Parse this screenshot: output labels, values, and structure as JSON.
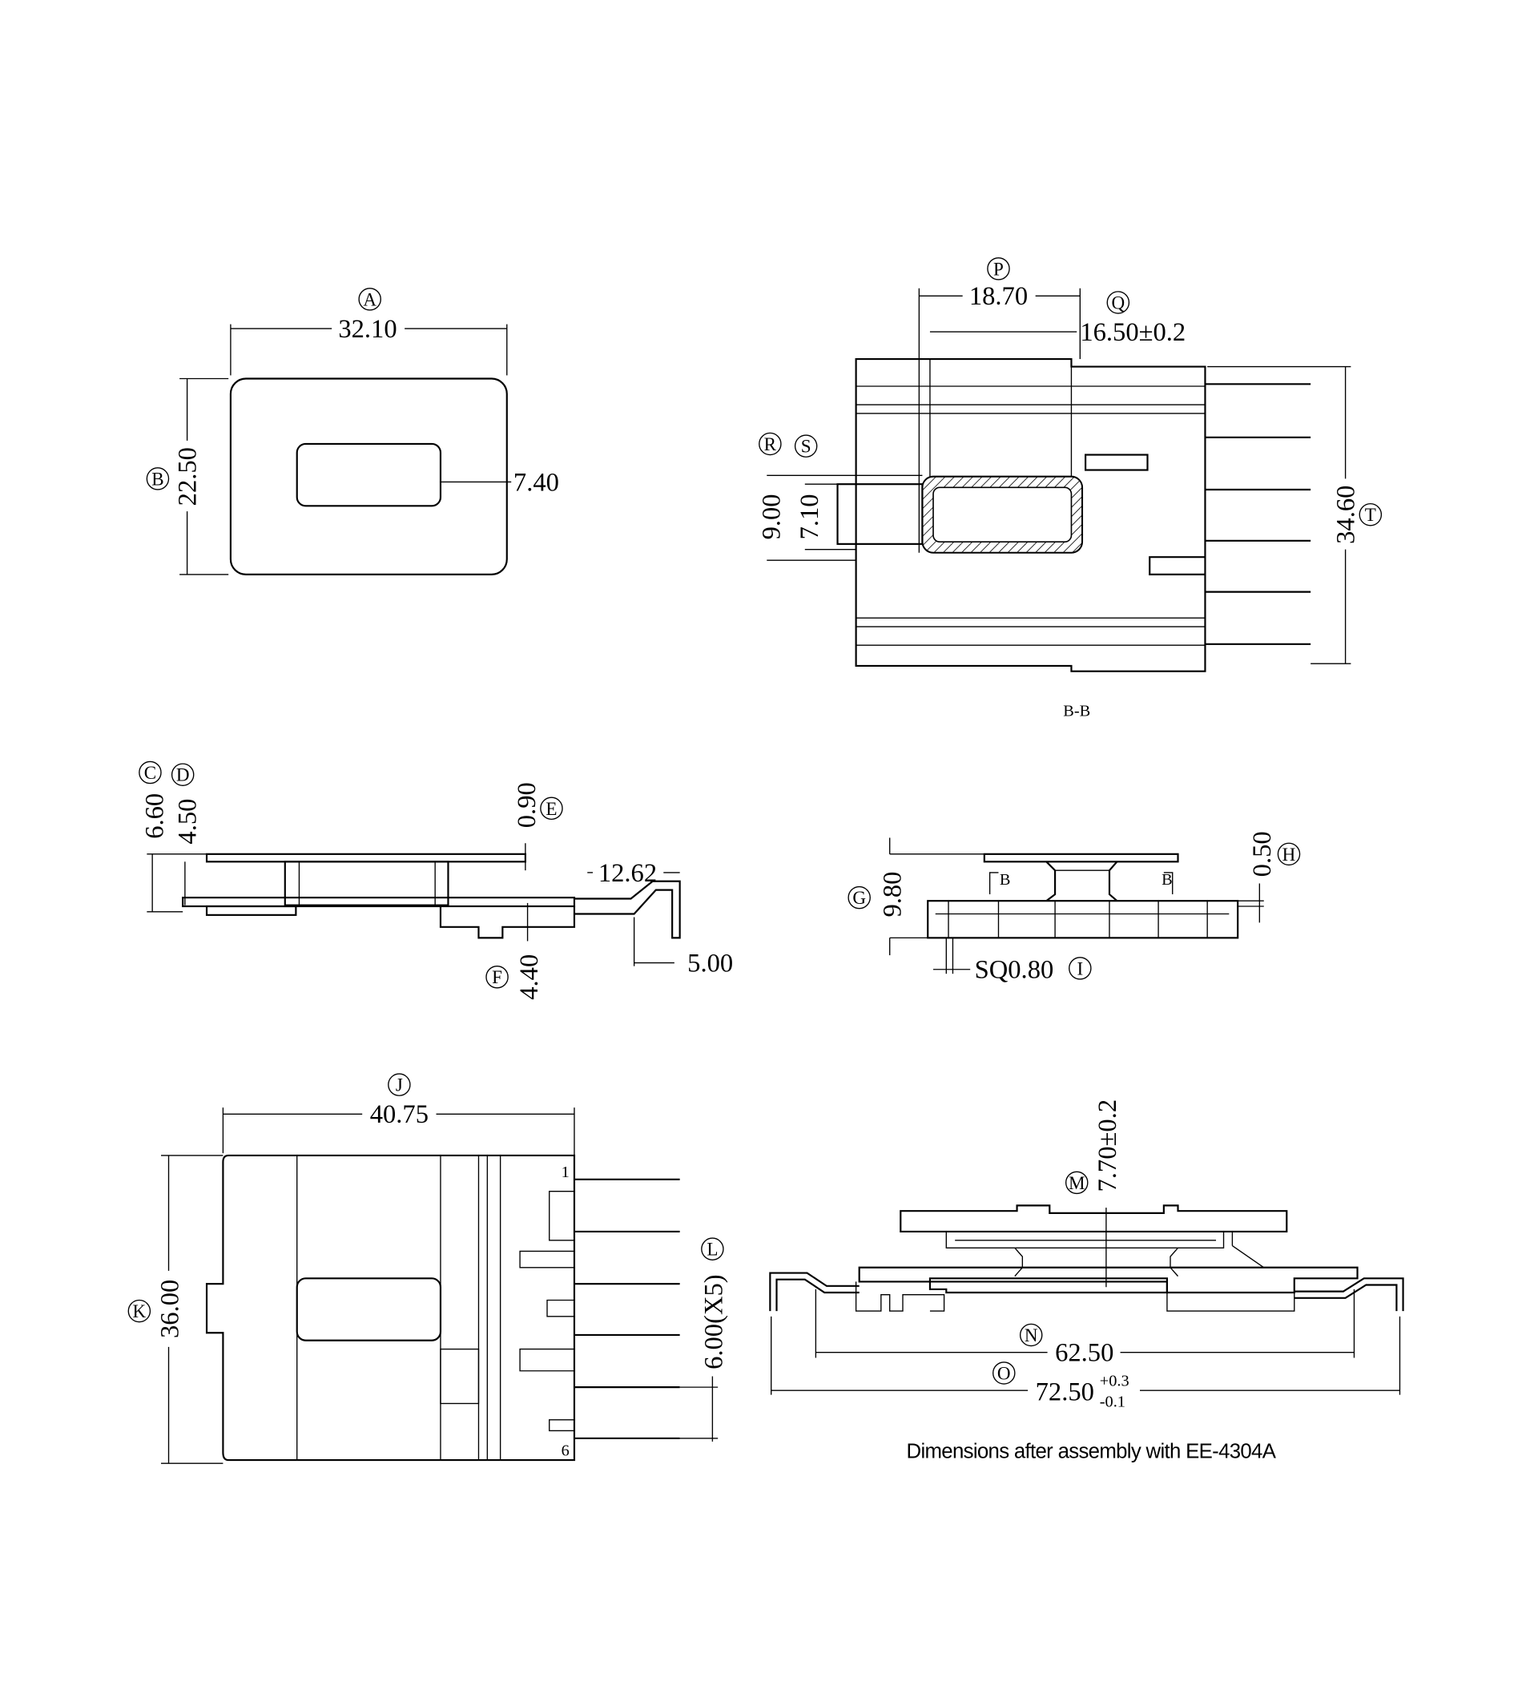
{
  "callouts": {
    "A": "A",
    "B": "B",
    "C": "C",
    "D": "D",
    "E": "E",
    "F": "F",
    "G": "G",
    "H": "H",
    "I": "I",
    "J": "J",
    "K": "K",
    "L": "L",
    "M": "M",
    "N": "N",
    "O": "O",
    "P": "P",
    "Q": "Q",
    "R": "R",
    "S": "S",
    "T": "T"
  },
  "dimensions": {
    "A": "32.10",
    "B": "22.50",
    "window": "7.40",
    "P": "18.70",
    "Q": "16.50±0.2",
    "R": "9.00",
    "S": "7.10",
    "T": "34.60",
    "C": "6.60",
    "D": "4.50",
    "E": "0.90",
    "F": "4.40",
    "lead_len": "12.62",
    "lead_drop": "5.00",
    "G": "9.80",
    "H": "0.50",
    "I": "SQ0.80",
    "J": "40.75",
    "K": "36.00",
    "L": "6.00(X5)",
    "M": "7.70±0.2",
    "N": "62.50",
    "O": "72.50",
    "O_tol_plus": "+0.3",
    "O_tol_minus": "-0.1"
  },
  "section_label": "B-B",
  "section_marks": [
    "B",
    "B"
  ],
  "pin_numbers": [
    "1",
    "6"
  ],
  "caption": "Dimensions after assembly with EE-4304A"
}
